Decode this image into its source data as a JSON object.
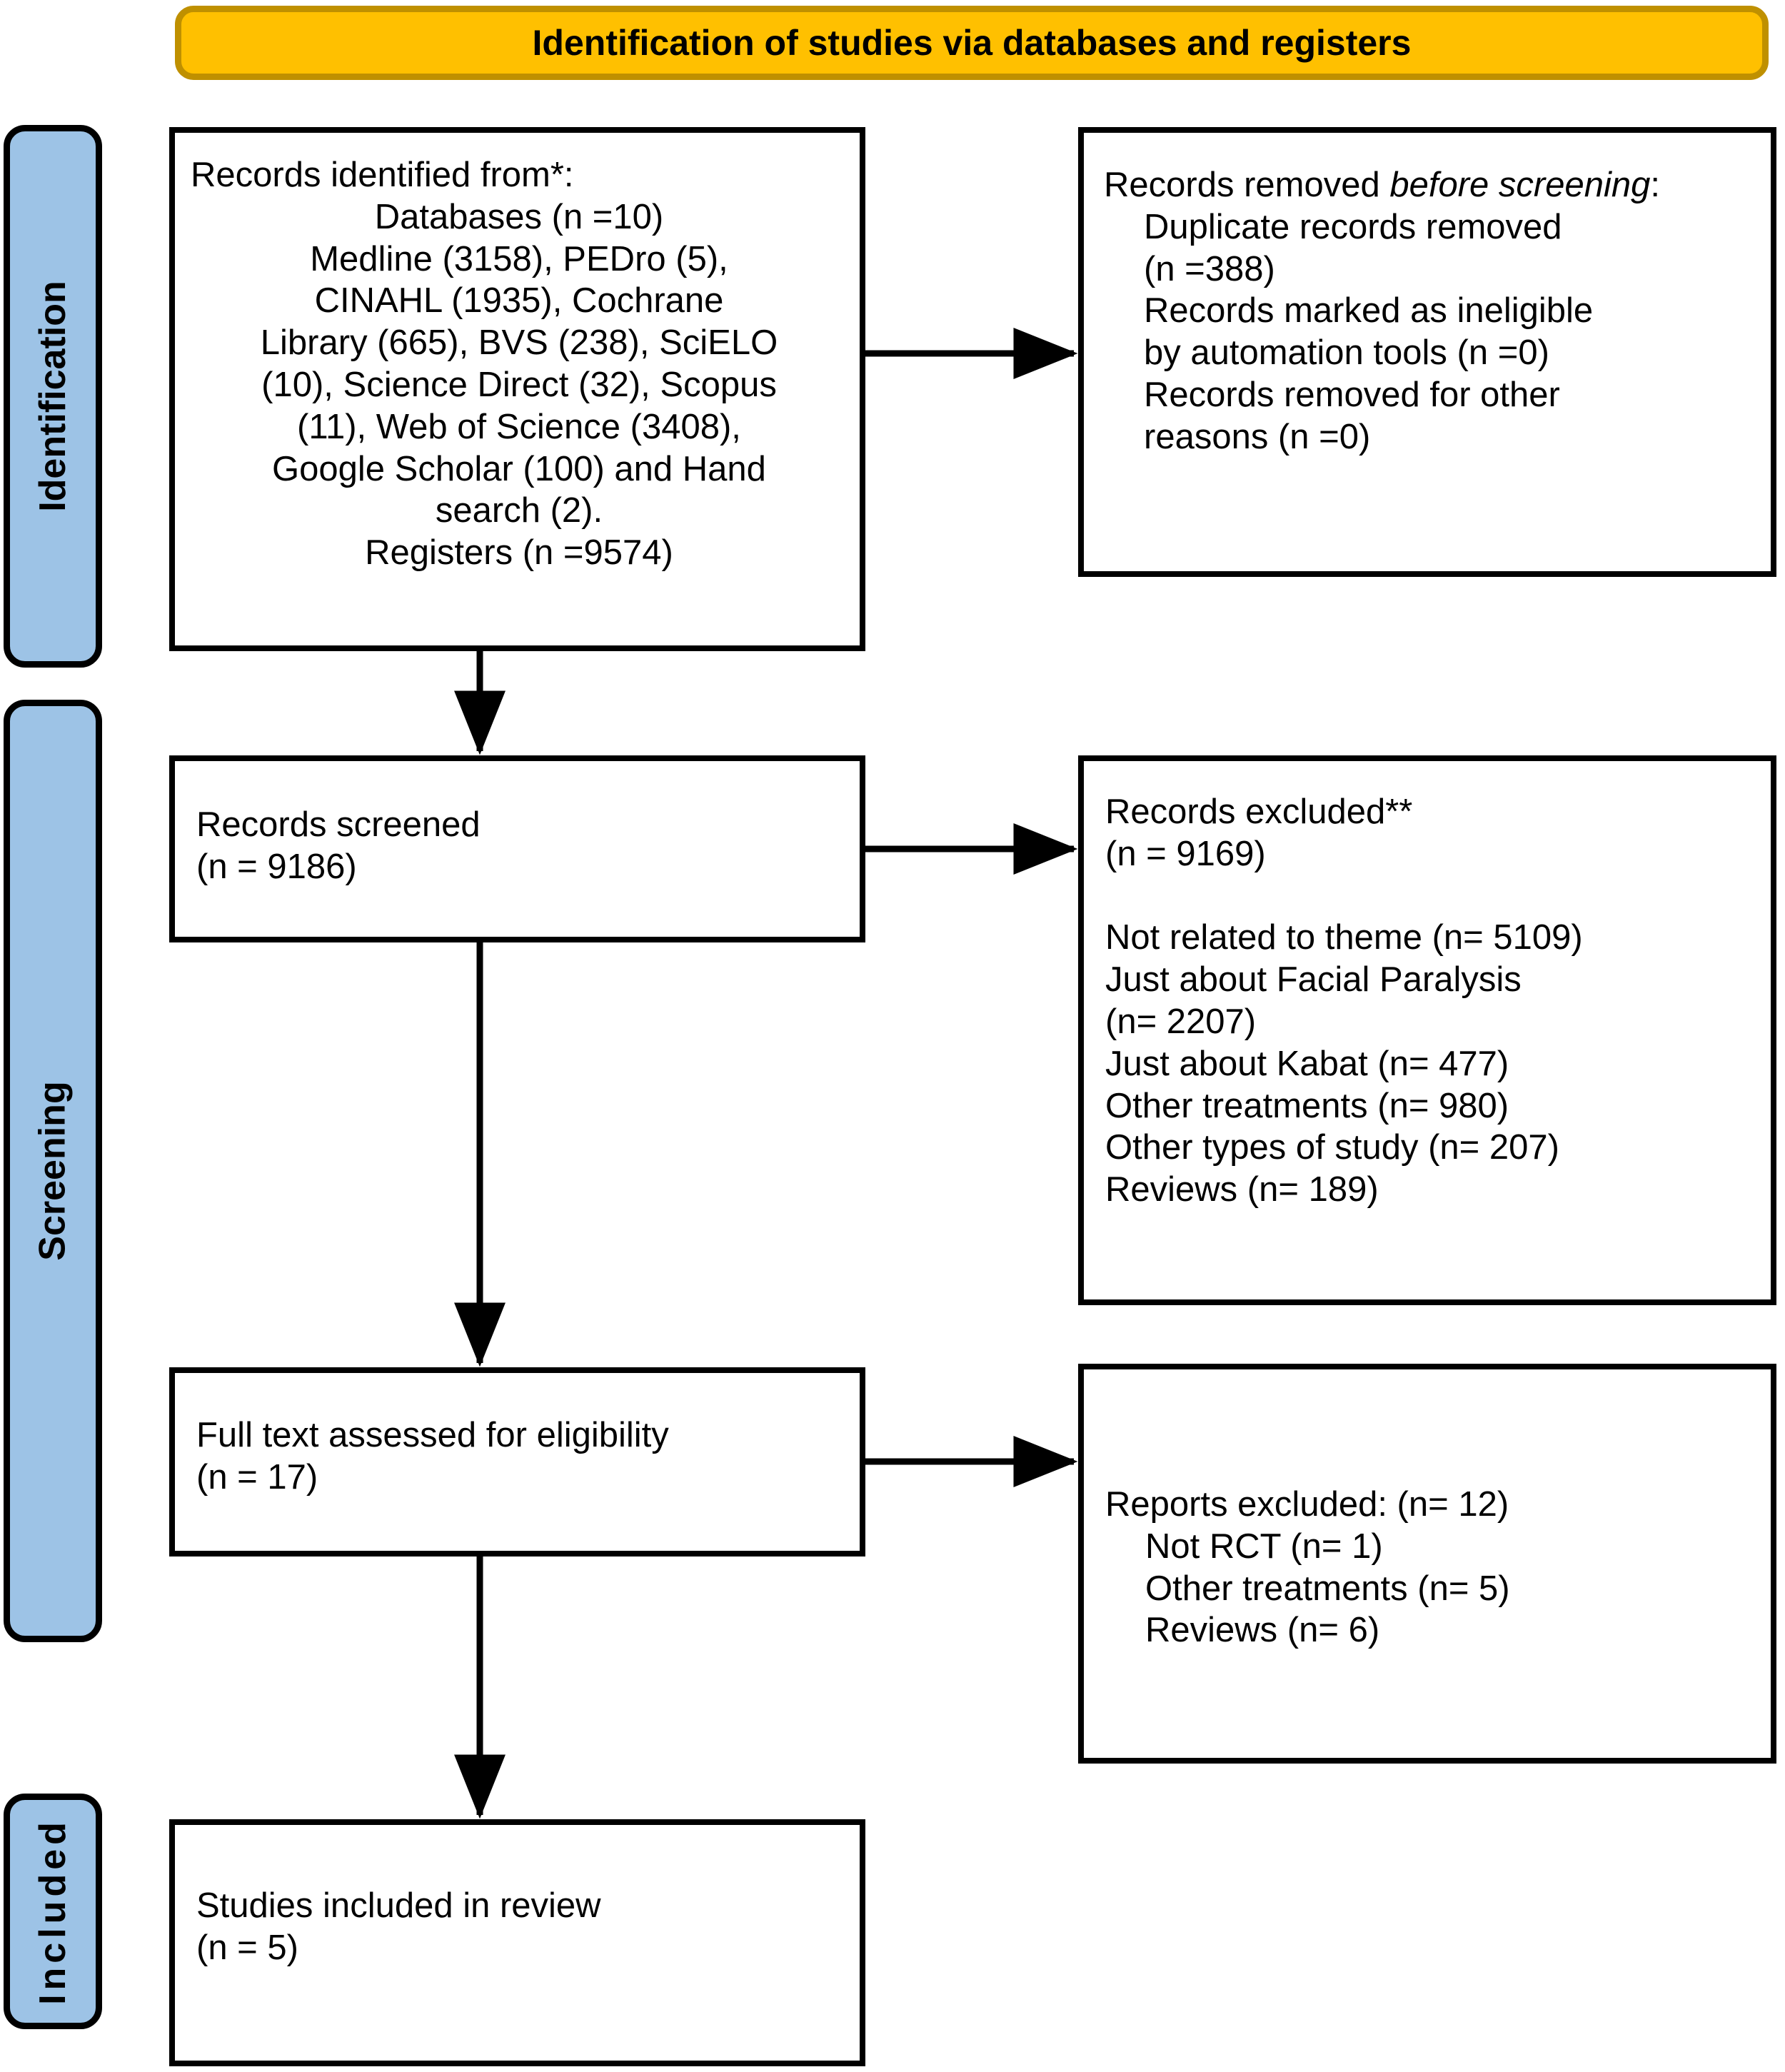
{
  "banner": {
    "title": "Identification of studies via databases and registers",
    "fill_color": "#FFC000",
    "border_color": "#BF9000"
  },
  "stage_tabs": [
    {
      "id": "identification",
      "label": "Identification"
    },
    {
      "id": "screening",
      "label": "Screening"
    },
    {
      "id": "included",
      "label": "Included"
    }
  ],
  "tab_fill_color": "#9DC3E6",
  "boxes": {
    "identified": {
      "heading": "Records identified from*:",
      "body": "Databases (n =10)\nMedline (3158), PEDro (5),\nCINAHL (1935), Cochrane\nLibrary (665), BVS (238), SciELO\n(10), Science Direct (32), Scopus\n(11), Web of Science (3408),\nGoogle Scholar (100) and Hand\nsearch (2).\nRegisters (n =9574)"
    },
    "removed_before_screening": {
      "heading_pre": "Records removed ",
      "heading_italic": "before screening",
      "heading_post": ":",
      "items": "Duplicate records removed\n(n =388)\nRecords marked as ineligible\nby automation tools (n =0)\nRecords removed for other\nreasons (n =0)"
    },
    "records_screened": {
      "text": "Records screened\n(n = 9186)"
    },
    "records_excluded": {
      "text": "Records excluded**\n(n = 9169)\n\nNot related to theme (n= 5109)\nJust about Facial Paralysis\n(n= 2207)\nJust about Kabat (n= 477)\nOther treatments (n= 980)\nOther types of study (n= 207)\nReviews (n= 189)"
    },
    "full_text_assessed": {
      "text": "Full text assessed for eligibility\n(n = 17)"
    },
    "reports_excluded": {
      "heading": "Reports excluded: (n= 12)",
      "items": "Not RCT (n= 1)\nOther treatments (n= 5)\nReviews (n= 6)"
    },
    "studies_included": {
      "text": "Studies included in review\n(n = 5)"
    }
  },
  "chart_data": {
    "type": "diagram",
    "title": "PRISMA 2020 flow diagram - Identification of studies via databases and registers",
    "nodes": [
      {
        "id": "identified",
        "stage": "Identification",
        "label": "Records identified from*",
        "counts": {
          "databases": 10,
          "registers": 9574
        },
        "sources": [
          {
            "name": "Medline",
            "n": 3158
          },
          {
            "name": "PEDro",
            "n": 5
          },
          {
            "name": "CINAHL",
            "n": 1935
          },
          {
            "name": "Cochrane Library",
            "n": 665
          },
          {
            "name": "BVS",
            "n": 238
          },
          {
            "name": "SciELO",
            "n": 10
          },
          {
            "name": "Science Direct",
            "n": 32
          },
          {
            "name": "Scopus",
            "n": 11
          },
          {
            "name": "Web of Science",
            "n": 3408
          },
          {
            "name": "Google Scholar",
            "n": 100
          },
          {
            "name": "Hand search",
            "n": 2
          }
        ]
      },
      {
        "id": "removed_before_screening",
        "stage": "Identification",
        "label": "Records removed before screening",
        "reasons": [
          {
            "name": "Duplicate records removed",
            "n": 388
          },
          {
            "name": "Records marked as ineligible by automation tools",
            "n": 0
          },
          {
            "name": "Records removed for other reasons",
            "n": 0
          }
        ]
      },
      {
        "id": "records_screened",
        "stage": "Screening",
        "label": "Records screened",
        "n": 9186
      },
      {
        "id": "records_excluded",
        "stage": "Screening",
        "label": "Records excluded**",
        "n": 9169,
        "reasons": [
          {
            "name": "Not related to theme",
            "n": 5109
          },
          {
            "name": "Just about Facial Paralysis",
            "n": 2207
          },
          {
            "name": "Just about Kabat",
            "n": 477
          },
          {
            "name": "Other treatments",
            "n": 980
          },
          {
            "name": "Other types of study",
            "n": 207
          },
          {
            "name": "Reviews",
            "n": 189
          }
        ]
      },
      {
        "id": "full_text_assessed",
        "stage": "Screening",
        "label": "Full text assessed for eligibility",
        "n": 17
      },
      {
        "id": "reports_excluded",
        "stage": "Screening",
        "label": "Reports excluded",
        "n": 12,
        "reasons": [
          {
            "name": "Not RCT",
            "n": 1
          },
          {
            "name": "Other treatments",
            "n": 5
          },
          {
            "name": "Reviews",
            "n": 6
          }
        ]
      },
      {
        "id": "studies_included",
        "stage": "Included",
        "label": "Studies included in review",
        "n": 5
      }
    ],
    "edges": [
      {
        "from": "identified",
        "to": "removed_before_screening",
        "direction": "right"
      },
      {
        "from": "identified",
        "to": "records_screened",
        "direction": "down"
      },
      {
        "from": "records_screened",
        "to": "records_excluded",
        "direction": "right"
      },
      {
        "from": "records_screened",
        "to": "full_text_assessed",
        "direction": "down"
      },
      {
        "from": "full_text_assessed",
        "to": "reports_excluded",
        "direction": "right"
      },
      {
        "from": "full_text_assessed",
        "to": "studies_included",
        "direction": "down"
      }
    ]
  }
}
